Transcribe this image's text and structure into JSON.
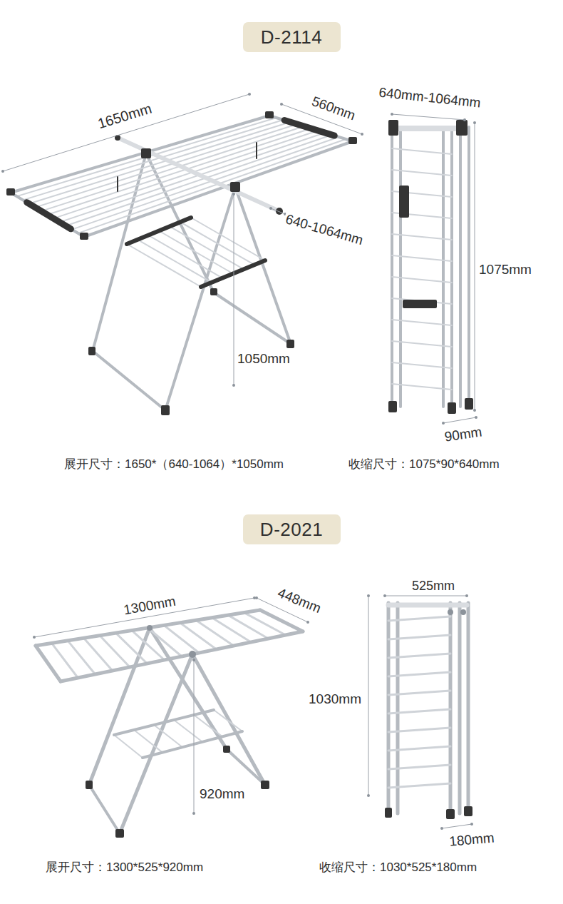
{
  "diagram": {
    "nodes": [
      {
        "text": [
          "D-2114"
        ]
      },
      {
        "text": [
          "D-2021"
        ]
      }
    ],
    "labels": [
      "1650mm",
      "560mm",
      "640-1064mm",
      "1050mm",
      "640mm-1064mm",
      "1075mm",
      "90mm",
      "展开尺寸：1650*（640-1064）*1050mm",
      "收缩尺寸：1075*90*640mm",
      "1300mm",
      "448mm",
      "920mm",
      "525mm",
      "1030mm",
      "180mm",
      "展开尺寸：1300*525*920mm",
      "收缩尺寸：1030*525*180mm"
    ]
  }
}
